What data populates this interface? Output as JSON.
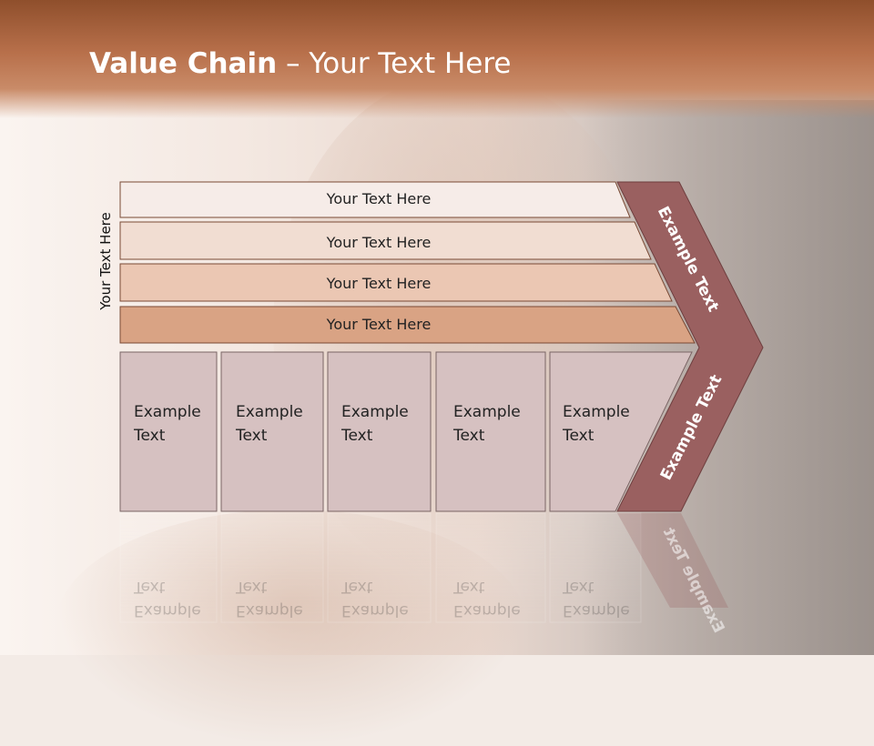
{
  "title": {
    "bold": "Value Chain",
    "rest": " – Your Text Here"
  },
  "side_label": "Your Text Here",
  "bars": [
    {
      "label": "Your Text Here",
      "fill": "#f6ece8"
    },
    {
      "label": "Your Text Here",
      "fill": "#f1ddd2"
    },
    {
      "label": "Your Text Here",
      "fill": "#ebc7b3"
    },
    {
      "label": "Your Text Here",
      "fill": "#d9a384"
    }
  ],
  "boxes": [
    {
      "line1": "Example",
      "line2": "Text"
    },
    {
      "line1": "Example",
      "line2": "Text"
    },
    {
      "line1": "Example",
      "line2": "Text"
    },
    {
      "line1": "Example",
      "line2": "Text"
    },
    {
      "line1": "Example",
      "line2": "Text"
    }
  ],
  "chevron": {
    "top_label": "Example Text",
    "bottom_label": "Example Text",
    "fill": "#9a6060"
  },
  "colors": {
    "box_fill": "#d6c1c1",
    "header": "#b8704b"
  }
}
